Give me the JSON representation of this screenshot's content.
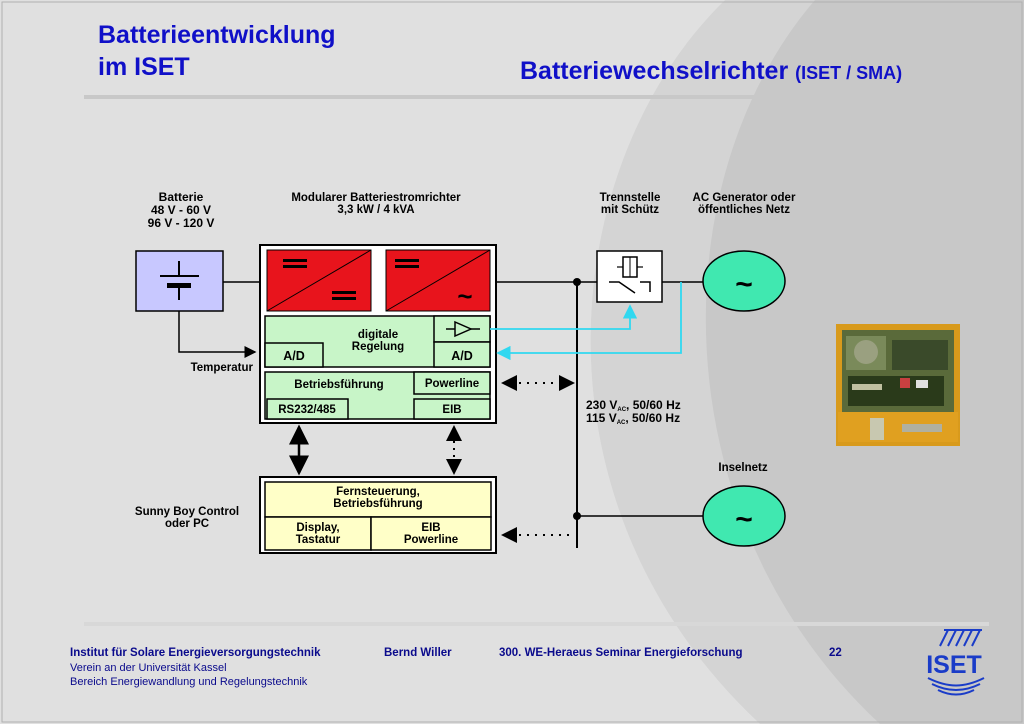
{
  "header": {
    "title_line1": "Batterieentwicklung",
    "title_line2": "im ISET",
    "right_title": "Batteriewechselrichter",
    "right_title_suffix": "(ISET / SMA)"
  },
  "diagram": {
    "battery_label": [
      "Batterie",
      "48 V - 60 V",
      "96 V - 120 V"
    ],
    "converter_label": [
      "Modularer Batteriestromrichter",
      "3,3 kW / 4 kVA"
    ],
    "switch_label": [
      "Trennstelle",
      "mit Schütz"
    ],
    "ac_label": [
      "AC Generator oder",
      "öffentliches Netz"
    ],
    "control_label": [
      "digitale",
      "Regelung"
    ],
    "ad_left": "A/D",
    "ad_right": "A/D",
    "temperature": "Temperatur",
    "management": "Betriebsführung",
    "powerline": "Powerline",
    "rs232": "RS232/485",
    "eib": "EIB",
    "voltage_line1": "230 V",
    "voltage_line1_sub": "AC",
    "voltage_line1_tail": ", 50/60 Hz",
    "voltage_line2": "115 V",
    "voltage_line2_sub": "AC",
    "voltage_line2_tail": ", 50/60 Hz",
    "island_net": "Inselnetz",
    "remote_label": [
      "Fernsteuerung,",
      "Betriebsführung"
    ],
    "display_label": [
      "Display,",
      "Tastatur"
    ],
    "eib_powerline_label": [
      "EIB",
      "Powerline"
    ],
    "sunny_boy_label": [
      "Sunny Boy Control",
      "oder PC"
    ],
    "tilde": "~",
    "eq": "="
  },
  "footer": {
    "institute": "Institut für Solare Energieversorgungstechnik",
    "author": "Bernd Willer",
    "seminar": "300. WE-Heraeus Seminar  Energieforschung",
    "page": "22",
    "line2": "Verein an der Universität Kassel",
    "line3": "Bereich Energiewandlung und Regelungstechnik",
    "logo_text": "ISET"
  },
  "colors": {
    "title_blue": "#1010c8",
    "footer_blue": "#0a0a8c",
    "red_block": "#e8141c",
    "light_green": "#c8f5c8",
    "light_yellow": "#ffffc8",
    "battery_fill": "#c8c8ff",
    "ac_green": "#40e8b0",
    "cyan_signal": "#30d8f0"
  }
}
